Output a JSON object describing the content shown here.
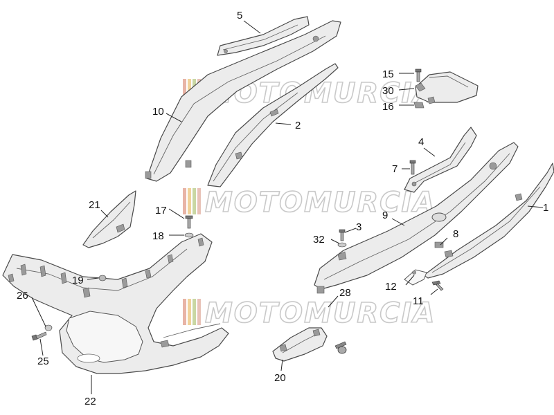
{
  "watermark": {
    "text": "MOTOMURCIA",
    "stripe_colors": [
      "#e8b4a6",
      "#f0d29a",
      "#c9d7a3",
      "#e8c2b7"
    ]
  },
  "labels": [
    {
      "id": "l5",
      "text": "5"
    },
    {
      "id": "l10",
      "text": "10"
    },
    {
      "id": "l2",
      "text": "2"
    },
    {
      "id": "l15",
      "text": "15"
    },
    {
      "id": "l30",
      "text": "30"
    },
    {
      "id": "l16",
      "text": "16"
    },
    {
      "id": "l4",
      "text": "4"
    },
    {
      "id": "l7",
      "text": "7"
    },
    {
      "id": "l1",
      "text": "1"
    },
    {
      "id": "l21",
      "text": "21"
    },
    {
      "id": "l17",
      "text": "17"
    },
    {
      "id": "l18",
      "text": "18"
    },
    {
      "id": "l9",
      "text": "9"
    },
    {
      "id": "l3",
      "text": "3"
    },
    {
      "id": "l32",
      "text": "32"
    },
    {
      "id": "l8",
      "text": "8"
    },
    {
      "id": "l12",
      "text": "12"
    },
    {
      "id": "l11",
      "text": "11"
    },
    {
      "id": "l19",
      "text": "19"
    },
    {
      "id": "l28",
      "text": "28"
    },
    {
      "id": "l26",
      "text": "26"
    },
    {
      "id": "l25",
      "text": "25"
    },
    {
      "id": "l20",
      "text": "20"
    },
    {
      "id": "l22",
      "text": "22"
    }
  ]
}
